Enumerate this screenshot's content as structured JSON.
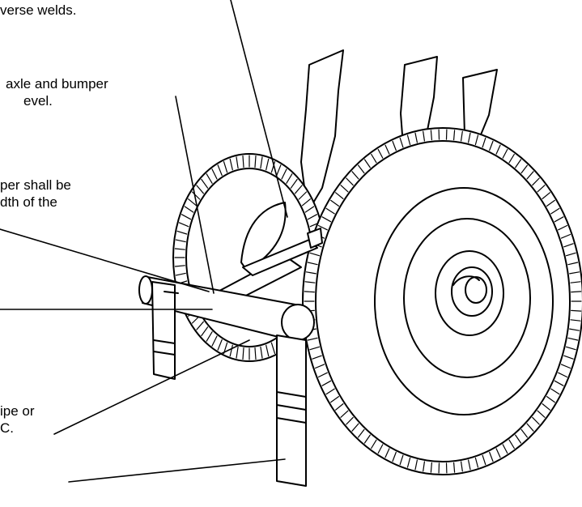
{
  "labels": {
    "welds": "verse welds.",
    "axle_line1": "axle and bumper",
    "axle_line2": "evel.",
    "bumper_line1": "per shall be",
    "bumper_line2": "dth of the",
    "pipe_line1": "ipe or",
    "pipe_line2": "C."
  },
  "colors": {
    "ink": "#000000",
    "paper": "#ffffff"
  }
}
